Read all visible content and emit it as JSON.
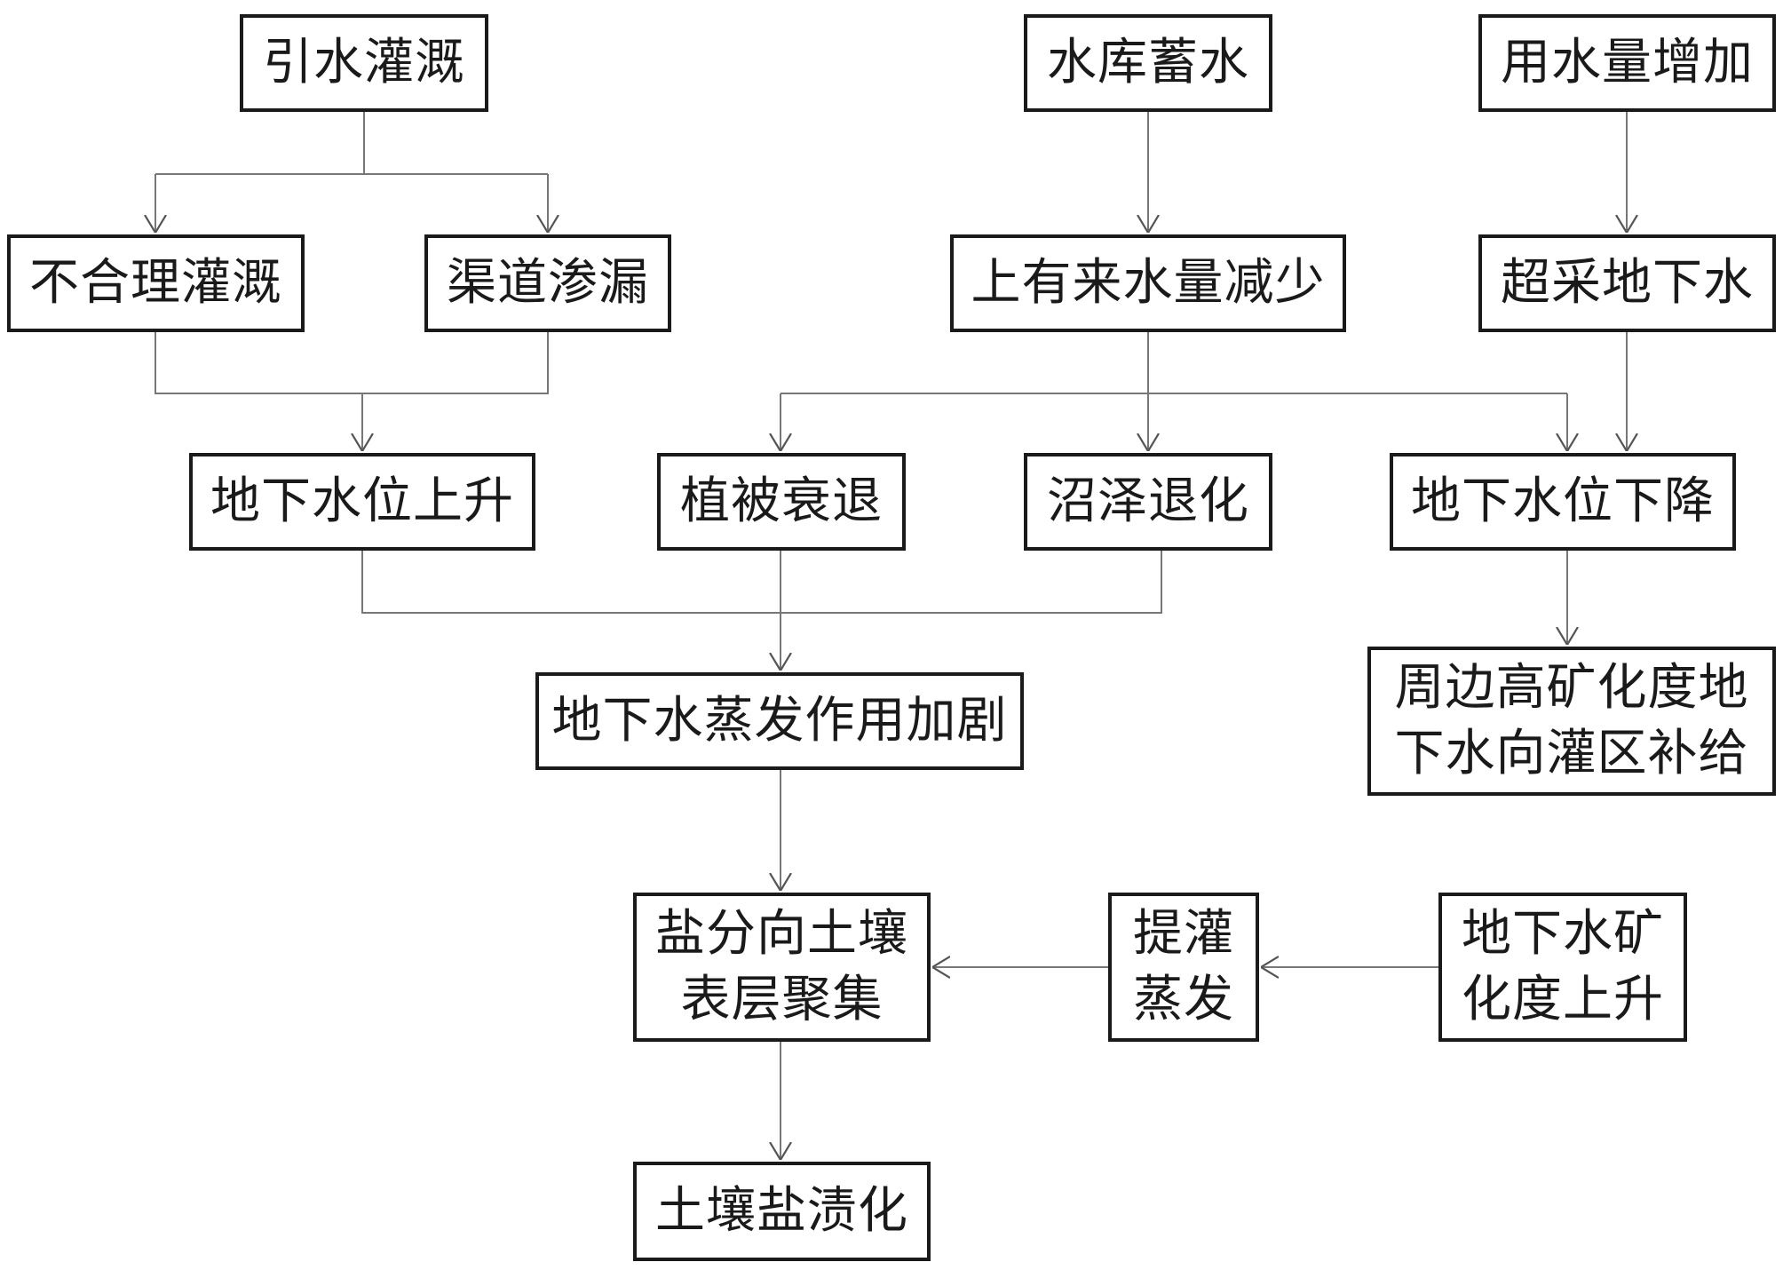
{
  "diagram": {
    "nodes": {
      "yinshui_guangai": "引水灌溉",
      "shuiku_xushui": "水库蓄水",
      "yongshuiliang_zengjia": "用水量增加",
      "buheli_guangai": "不合理灌溉",
      "qudao_shenlou": "渠道渗漏",
      "shangyou_laishuiliang_jianshao": "上有来水量减少",
      "chaocai_dixiashui": "超采地下水",
      "dixiashuiwei_shangsheng": "地下水位上升",
      "zhibei_shuaitui": "植被衰退",
      "zhaoze_tuihua": "沼泽退化",
      "dixiashuiwei_xiajiang": "地下水位下降",
      "zhoubian_buji": "周边高矿化度地\n下水向灌区补给",
      "zhengfa_jiaju": "地下水蒸发作用加剧",
      "yanfen_juji": "盐分向土壤\n表层聚集",
      "tiguan_zhengfa": "提灌\n蒸发",
      "kuanghuadu_shangsheng": "地下水矿\n化度上升",
      "turang_yanzihua": "土壤盐渍化"
    }
  }
}
